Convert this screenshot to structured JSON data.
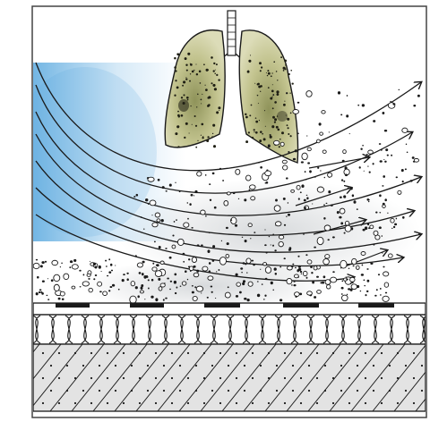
{
  "figure": {
    "elements": {
      "lungs": "lungs-icon",
      "air_currents": "curved-airflow-arrows",
      "particles": "airborne-dust-particles",
      "floor_covering": "textile-floor-covering",
      "insulation": "wavy-insulation-layer",
      "subfloor": "hatched-concrete-subfloor"
    },
    "colors": {
      "cold_air": "#5aa9df",
      "lung_tissue": "#c9c996",
      "dust_haze": "#9aa0a6",
      "outline": "#1a1a1a"
    }
  }
}
